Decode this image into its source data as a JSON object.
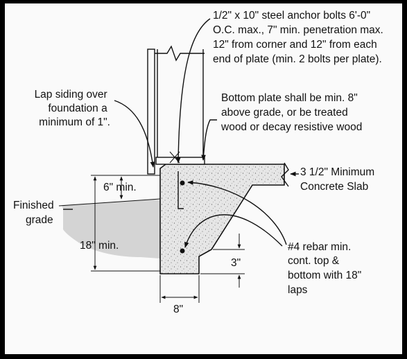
{
  "labels": {
    "anchor_bolts": [
      "1/2\" x 10\" steel anchor bolts 6'-0\"",
      "O.C. max., 7\" min. penetration max.",
      "12\" from corner and 12\" from each",
      "end of plate (min. 2 bolts per plate)."
    ],
    "lap_siding": [
      "Lap siding over",
      "foundation a",
      "minimum of 1\"."
    ],
    "bottom_plate": [
      "Bottom plate shall be min. 8\"",
      "above grade, or be treated",
      "wood or decay resistive wood"
    ],
    "slab": [
      "3 1/2\" Minimum",
      "Concrete Slab"
    ],
    "finished_grade": [
      "Finished",
      "grade"
    ],
    "six_min": "6\" min.",
    "eighteen_min": "18\" min.",
    "rebar": [
      "#4 rebar min.",
      "cont. top &",
      "bottom with 18\"",
      "laps"
    ],
    "three_in": "3\"",
    "eight_in": "8\""
  },
  "colors": {
    "concrete": "#e2e2e2",
    "grade": "#cfcfcf",
    "ink": "#111111"
  }
}
